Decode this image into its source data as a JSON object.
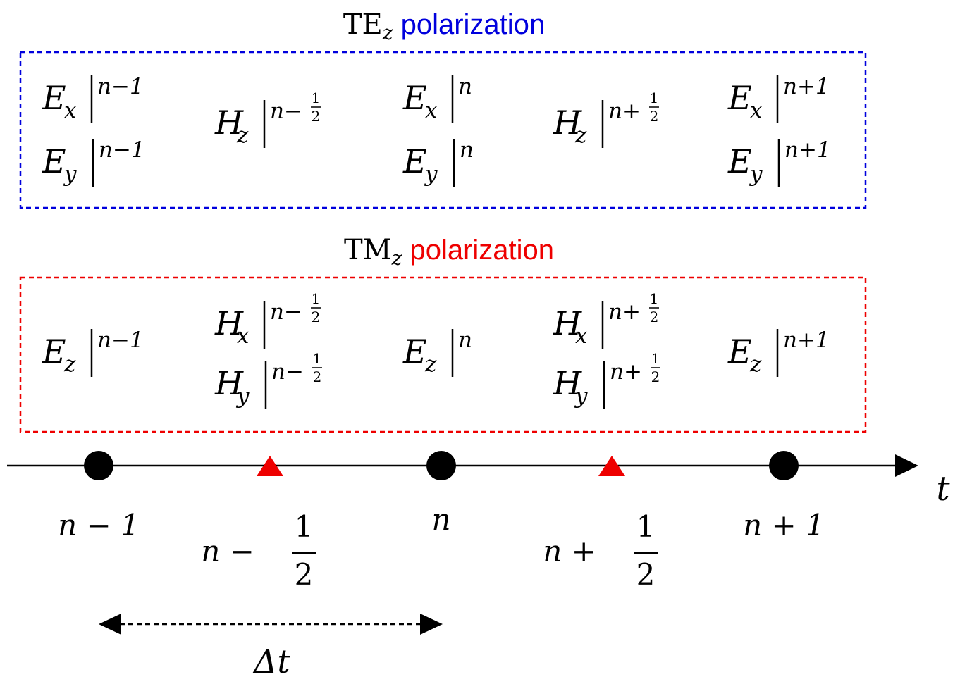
{
  "te": {
    "title_main": "TE",
    "title_sub": "z",
    "title_rest": " polarization",
    "color": "#0000dd",
    "columns": [
      {
        "rows": [
          {
            "f": "E",
            "s": "x",
            "t": "n−1"
          },
          {
            "f": "E",
            "s": "y",
            "t": "n−1"
          }
        ]
      },
      {
        "rows": [
          {
            "f": "H",
            "s": "z",
            "t": "n−",
            "frac": true
          }
        ]
      },
      {
        "rows": [
          {
            "f": "E",
            "s": "x",
            "t": "n"
          },
          {
            "f": "E",
            "s": "y",
            "t": "n"
          }
        ]
      },
      {
        "rows": [
          {
            "f": "H",
            "s": "z",
            "t": "n+",
            "frac": true
          }
        ]
      },
      {
        "rows": [
          {
            "f": "E",
            "s": "x",
            "t": "n+1"
          },
          {
            "f": "E",
            "s": "y",
            "t": "n+1"
          }
        ]
      }
    ]
  },
  "tm": {
    "title_main": "TM",
    "title_sub": "z",
    "title_rest": " polarization",
    "color": "#ee0000",
    "columns": [
      {
        "rows": [
          {
            "f": "E",
            "s": "z",
            "t": "n−1"
          }
        ]
      },
      {
        "rows": [
          {
            "f": "H",
            "s": "x",
            "t": "n−",
            "frac": true
          },
          {
            "f": "H",
            "s": "y",
            "t": "n−",
            "frac": true
          }
        ]
      },
      {
        "rows": [
          {
            "f": "E",
            "s": "z",
            "t": "n"
          }
        ]
      },
      {
        "rows": [
          {
            "f": "H",
            "s": "x",
            "t": "n+",
            "frac": true
          },
          {
            "f": "H",
            "s": "y",
            "t": "n+",
            "frac": true
          }
        ]
      },
      {
        "rows": [
          {
            "f": "E",
            "s": "z",
            "t": "n+1"
          }
        ]
      }
    ]
  },
  "timeline": {
    "axis_label": "t",
    "ticks": [
      {
        "label": "n − 1",
        "kind": "dot"
      },
      {
        "label": "n − ",
        "kind": "triangle",
        "frac": true
      },
      {
        "label": "n",
        "kind": "dot"
      },
      {
        "label": "n + ",
        "kind": "triangle",
        "frac": true
      },
      {
        "label": "n + 1",
        "kind": "dot"
      }
    ],
    "frac_num": "1",
    "frac_den": "2",
    "delta_label": "Δt",
    "triangle_color": "#ee0000"
  }
}
